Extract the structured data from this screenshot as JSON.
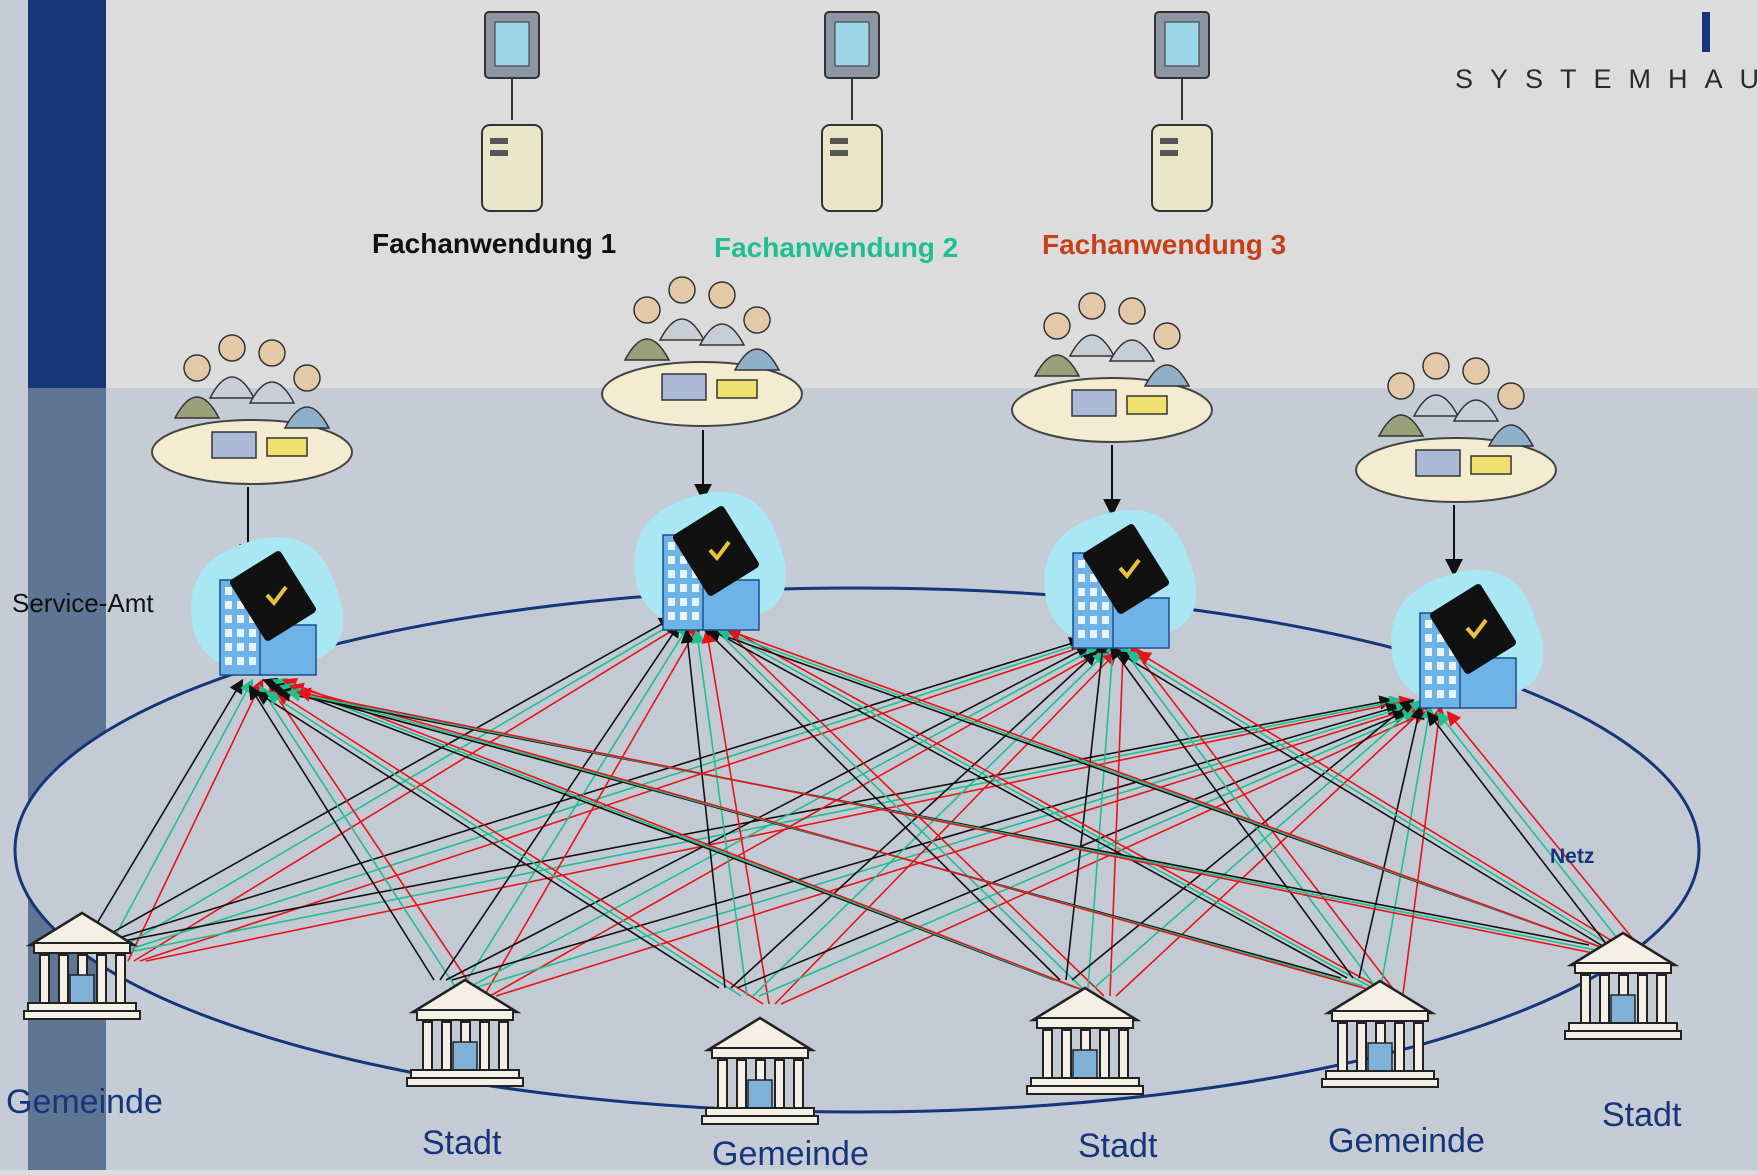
{
  "logo": {
    "text": "SYSTEMHAU"
  },
  "applications": [
    {
      "label": "Fachanwendung 1",
      "color": "#111111"
    },
    {
      "label": "Fachanwendung 2",
      "color": "#1fbf8f"
    },
    {
      "label": "Fachanwendung 3",
      "color": "#c8401a"
    }
  ],
  "service_office_label": "Service-Amt",
  "network_label": "Netz",
  "municipalities": [
    "Gemeinde",
    "Stadt",
    "Gemeinde",
    "Stadt",
    "Gemeinde",
    "Stadt"
  ],
  "colors": {
    "navy": "#16357a",
    "panel": "#c5ccd5",
    "line_black": "#111111",
    "line_green": "#1fbf8f",
    "line_red": "#e8121a"
  }
}
